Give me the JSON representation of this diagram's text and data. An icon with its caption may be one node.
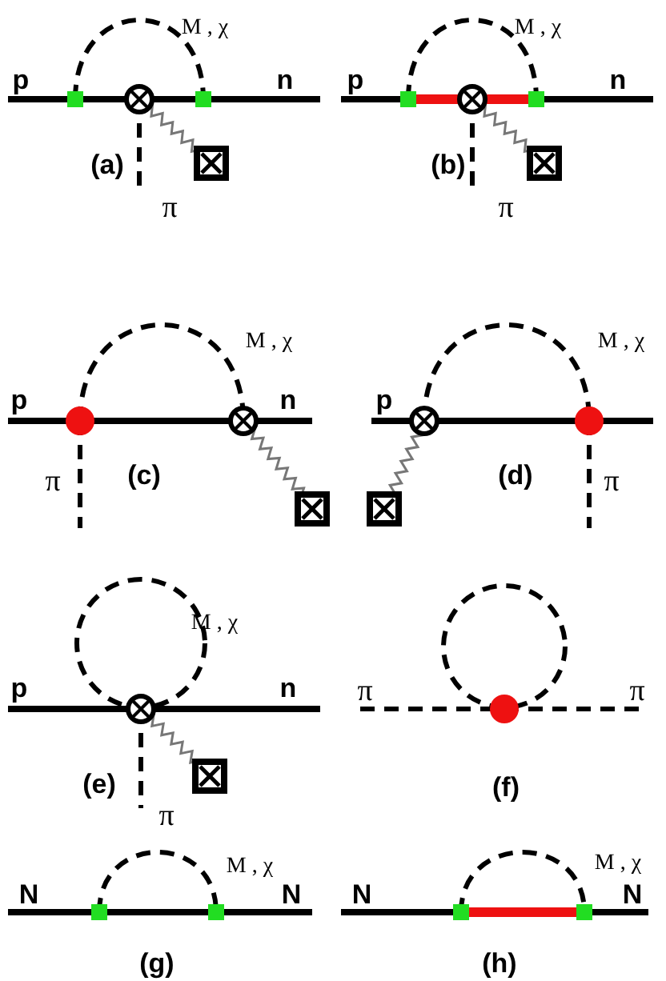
{
  "diagram": {
    "labels": [
      "M , χ",
      "p",
      "n",
      "(a)",
      "π",
      "M , χ",
      "p",
      "n",
      "(b)",
      "π",
      "M , χ",
      "p",
      "n",
      "π",
      "(c)",
      "M , χ",
      "p",
      "(d)",
      "π",
      "M , χ",
      "p",
      "n",
      "(e)",
      "π",
      "π",
      "π",
      "(f)",
      "M , χ",
      "N",
      "N",
      "(g)",
      "M , χ",
      "N",
      "N",
      "(h)"
    ]
  }
}
